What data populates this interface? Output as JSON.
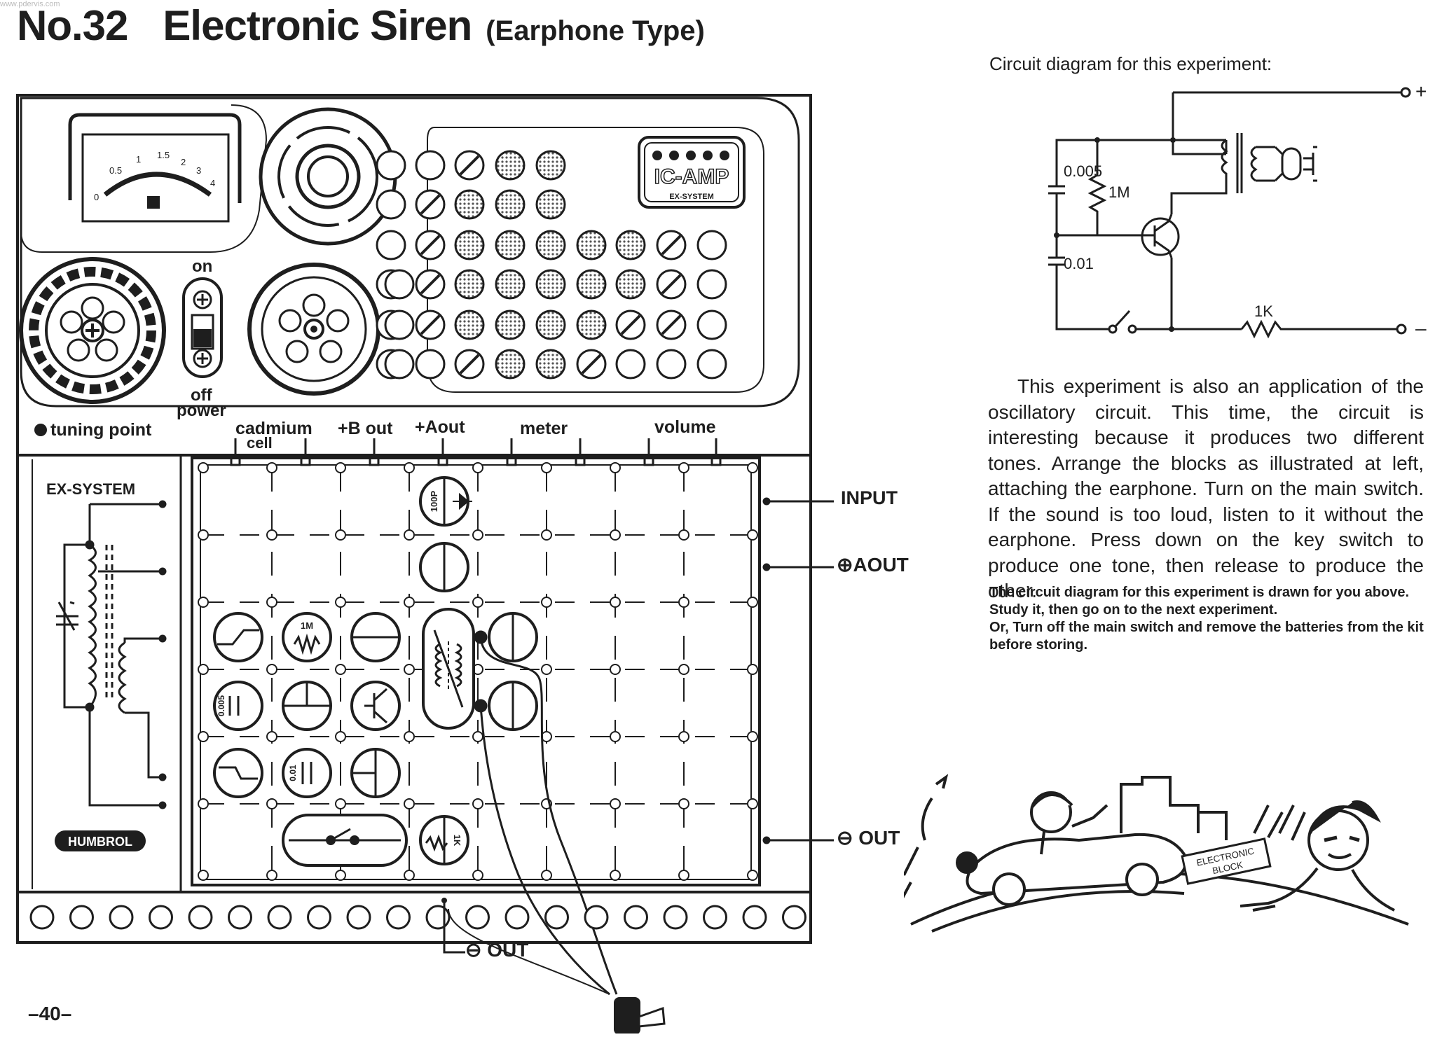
{
  "watermark": "www.pdervis.com",
  "header": {
    "number": "No.32",
    "title": "Electronic Siren",
    "subtitle": "(Earphone Type)"
  },
  "kit_panel": {
    "labels": {
      "on": "on",
      "off": "off",
      "power": "power",
      "tuning_point": "tuning point",
      "cadmium_cell_1": "cadmium",
      "cadmium_cell_2": "cell",
      "b_out": "+B out",
      "a_out": "+Aout",
      "meter": "meter",
      "volume": "volume",
      "ic_amp": "IC-AMP",
      "ex_system_small": "EX-SYSTEM",
      "ex_system": "EX-SYSTEM",
      "humbrol": "HUMBROL",
      "input": "INPUT",
      "aout_side": "⊕AOUT",
      "out_side": "⊖ OUT",
      "out_bottom": "⊖ OUT"
    },
    "meter_scale": [
      "0",
      "0.5",
      "1",
      "1.5",
      "2",
      "3",
      "4"
    ],
    "blocks": {
      "cap_100p": "100P",
      "res_1m": "1M",
      "cap_0005": "0.005",
      "cap_001": "0.01",
      "res_1k": "1K"
    }
  },
  "circuit": {
    "heading": "Circuit diagram for this experiment:",
    "labels": {
      "c1": "0.005",
      "r1": "1M",
      "c2": "0.01",
      "r2": "1K",
      "plus": "+",
      "minus": "–"
    }
  },
  "body": {
    "paragraph": "This experiment is also an application of the oscillatory circuit. This time, the circuit is interesting because it produces two different tones. Arrange the blocks as illustrated at left, attaching the earphone. Turn on the main switch. If the sound is too loud, listen to it without the earphone. Press down on the key switch to produce one tone, then release to produce the other.",
    "note_1": "The circuit diagram for this experiment is drawn for you above. Study it, then go on to the next experiment.",
    "note_2_bold": "Or,",
    "note_2": "Turn off the main switch and remove the batteries from the kit before storing."
  },
  "cartoon": {
    "sign_line1": "ELECTRONIC",
    "sign_line2": "BLOCK"
  },
  "page_number": "–40–"
}
